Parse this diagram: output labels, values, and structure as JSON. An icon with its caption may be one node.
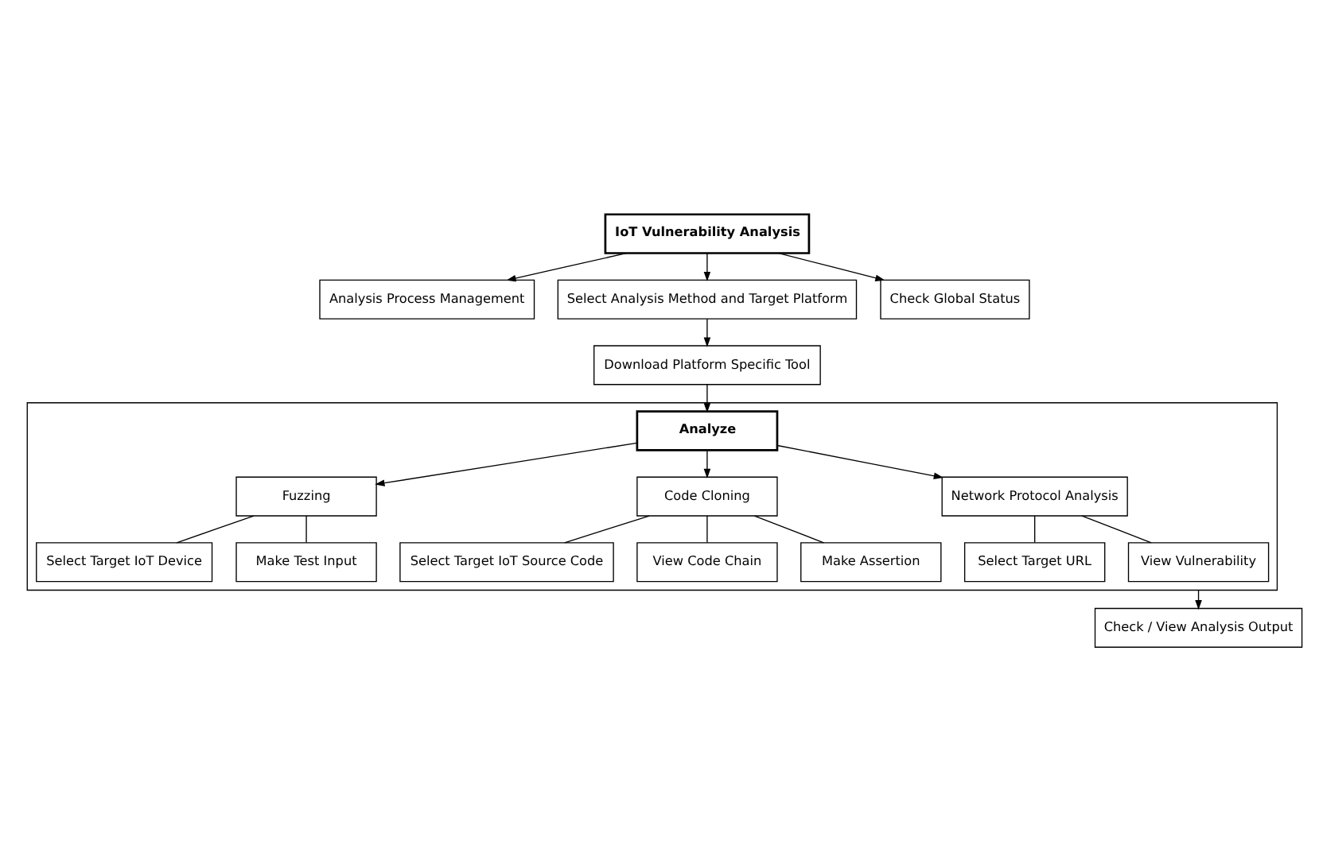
{
  "diagram": {
    "nodes": [
      {
        "text": [
          "IoT Vulnerability Analysis"
        ]
      },
      {
        "text": [
          "Analysis Process Management"
        ]
      },
      {
        "text": [
          "Select Analysis Method and Target Platform"
        ]
      },
      {
        "text": [
          "Check Global Status"
        ]
      },
      {
        "text": [
          "Download Platform Specific Tool"
        ]
      },
      {
        "text": [],
        "shape": "box"
      },
      {
        "text": [
          "Analyze"
        ],
        "in": 5
      },
      {
        "text": [
          "Fuzzing"
        ],
        "in": 5
      },
      {
        "text": [
          "Select Target IoT Device"
        ],
        "in": 5
      },
      {
        "text": [
          "Make Test Input"
        ],
        "in": 5
      },
      {
        "text": [
          "Code Cloning"
        ],
        "in": 5
      },
      {
        "text": [
          "Select Target IoT Source Code"
        ],
        "in": 5
      },
      {
        "text": [
          "View Code Chain"
        ],
        "in": 5
      },
      {
        "text": [
          "Make Assertion"
        ],
        "in": 5
      },
      {
        "text": [
          "Network Protocol Analysis"
        ],
        "in": 5
      },
      {
        "text": [
          "Select Target URL"
        ],
        "in": 5
      },
      {
        "text": [
          "View Vulnerability"
        ],
        "in": 5
      },
      {
        "text": [
          "Check / View Analysis Output"
        ]
      }
    ],
    "edges": [
      {
        "from": 0,
        "to": 1,
        "arrow": "to"
      },
      {
        "from": 0,
        "to": 2,
        "arrow": "to"
      },
      {
        "from": 0,
        "to": 3,
        "arrow": "to"
      },
      {
        "from": 2,
        "to": 4,
        "arrow": "to"
      },
      {
        "from": 4,
        "to": 6,
        "arrow": "to"
      },
      {
        "from": 6,
        "to": 7,
        "arrow": "to"
      },
      {
        "from": 6,
        "to": 10,
        "arrow": "to"
      },
      {
        "from": 6,
        "to": 14,
        "arrow": "to"
      },
      {
        "from": 7,
        "to": 8,
        "arrow": "none"
      },
      {
        "from": 7,
        "to": 9,
        "arrow": "none"
      },
      {
        "from": 10,
        "to": 11,
        "arrow": "none"
      },
      {
        "from": 10,
        "to": 12,
        "arrow": "none"
      },
      {
        "from": 10,
        "to": 13,
        "arrow": "none"
      },
      {
        "from": 14,
        "to": 15,
        "arrow": "none"
      },
      {
        "from": 14,
        "to": 16,
        "arrow": "none"
      },
      {
        "from": 5,
        "to": 17,
        "arrow": "to"
      }
    ]
  }
}
